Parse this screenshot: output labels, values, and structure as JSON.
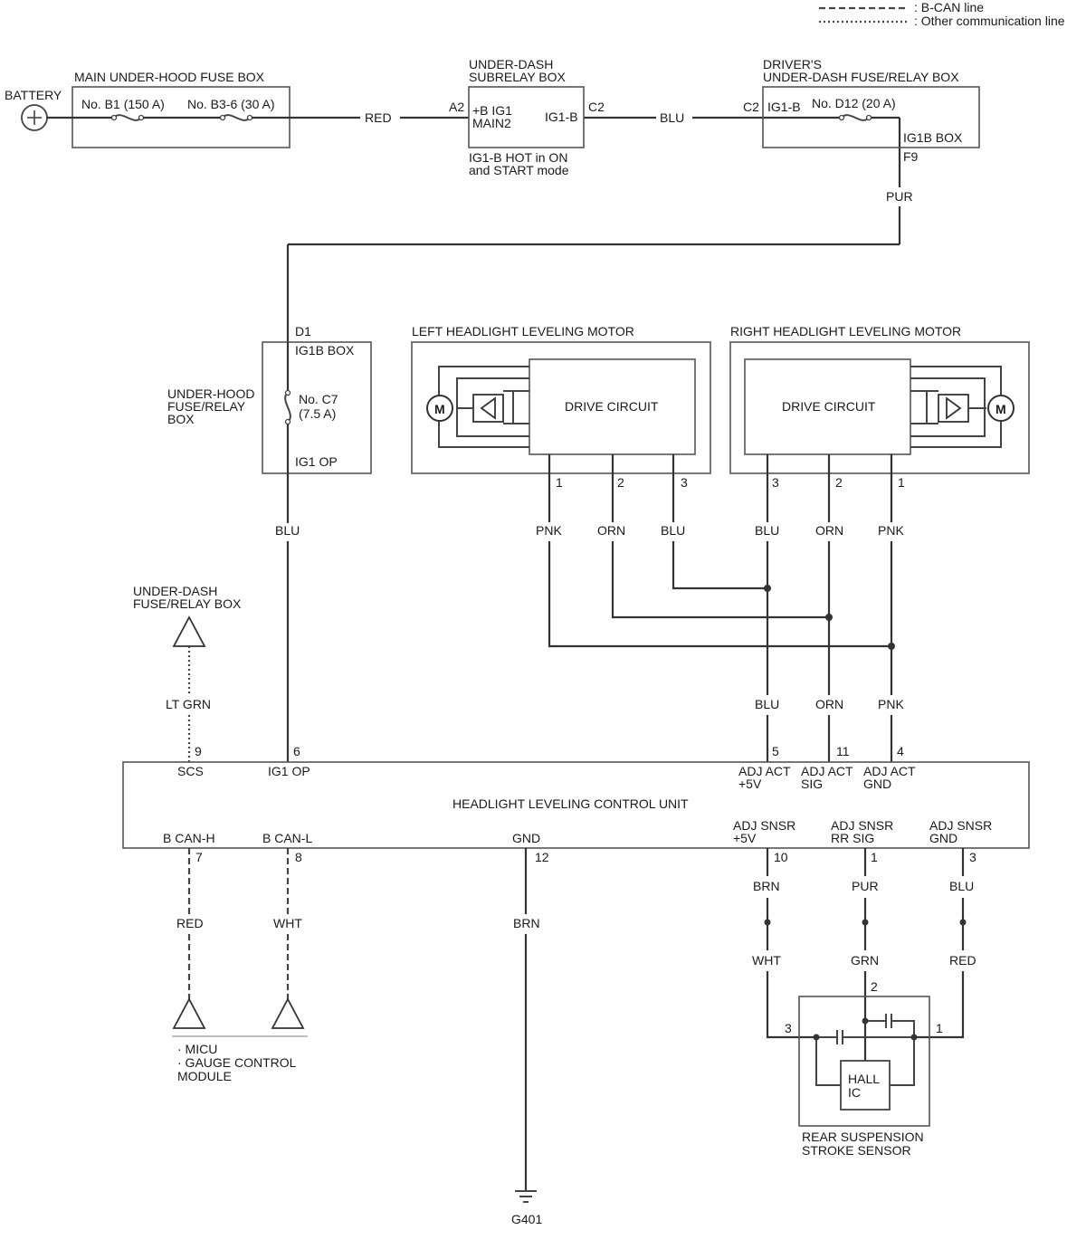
{
  "legend": {
    "bcan": ": B-CAN line",
    "other": ": Other communication line"
  },
  "battery": {
    "label": "BATTERY"
  },
  "main_fuse_box": {
    "title": "MAIN UNDER-HOOD FUSE BOX",
    "fuse1": "No. B1 (150 A)",
    "fuse2": "No. B3-6 (30 A)"
  },
  "wires": {
    "red_top": "RED",
    "blu_top": "BLU",
    "pur_f9": "PUR",
    "blu_ig1": "BLU",
    "lt_grn": "LT GRN",
    "left_pnk": "PNK",
    "left_orn": "ORN",
    "left_blu": "BLU",
    "right_blu": "BLU",
    "right_orn": "ORN",
    "right_pnk": "PNK",
    "unit_blu": "BLU",
    "unit_orn": "ORN",
    "unit_pnk": "PNK",
    "can_red": "RED",
    "can_wht": "WHT",
    "gnd_brn": "BRN",
    "sn_brn": "BRN",
    "sn_pur": "PUR",
    "sn_blu": "BLU",
    "sn_wht": "WHT",
    "sn_grn": "GRN",
    "sn_red": "RED"
  },
  "subrelay": {
    "title1": "UNDER-DASH",
    "title2": "SUBRELAY BOX",
    "pin_a2": "A2",
    "pin_c2": "C2",
    "inner1": "+B IG1",
    "inner2": "MAIN2",
    "ig1b": "IG1-B",
    "note1": "IG1-B HOT in ON",
    "note2": "and START mode"
  },
  "driver_box": {
    "title1": "DRIVER'S",
    "title2": "UNDER-DASH FUSE/RELAY BOX",
    "pin_c2": "C2",
    "ig1b": "IG1-B",
    "fuse": "No. D12 (20 A)",
    "ig1b_box": "IG1B BOX",
    "pin_f9": "F9"
  },
  "hood_box": {
    "title1": "UNDER-HOOD",
    "title2": "FUSE/RELAY",
    "title3": "BOX",
    "pin_d1": "D1",
    "ig1b_box": "IG1B BOX",
    "fuse1": "No. C7",
    "fuse2": "(7.5 A)",
    "ig1_op": "IG1 OP"
  },
  "left_motor": {
    "title": "LEFT HEADLIGHT LEVELING MOTOR",
    "drive": "DRIVE CIRCUIT",
    "m": "M",
    "pin1": "1",
    "pin2": "2",
    "pin3": "3"
  },
  "right_motor": {
    "title": "RIGHT HEADLIGHT LEVELING MOTOR",
    "drive": "DRIVE CIRCUIT",
    "m": "M",
    "pin3": "3",
    "pin2": "2",
    "pin1": "1"
  },
  "underdash_box": {
    "line1": "UNDER-DASH",
    "line2": "FUSE/RELAY BOX"
  },
  "control_unit": {
    "title": "HEADLIGHT LEVELING CONTROL UNIT",
    "pin9": "9",
    "scs": "SCS",
    "pin6": "6",
    "ig1op": "IG1 OP",
    "pin5": "5",
    "adj_act_5v_1": "ADJ ACT",
    "adj_act_5v_2": "+5V",
    "pin11": "11",
    "adj_act_sig_1": "ADJ ACT",
    "adj_act_sig_2": "SIG",
    "pin4": "4",
    "adj_act_gnd_1": "ADJ ACT",
    "adj_act_gnd_2": "GND",
    "bcanh": "B CAN-H",
    "bcanl": "B CAN-L",
    "gnd": "GND",
    "snsr5v_1": "ADJ SNSR",
    "snsr5v_2": "+5V",
    "snsrrr_1": "ADJ SNSR",
    "snsrrr_2": "RR SIG",
    "snsrgnd_1": "ADJ SNSR",
    "snsrgnd_2": "GND",
    "pin7": "7",
    "pin8": "8",
    "pin12": "12",
    "pin10": "10",
    "pin1": "1",
    "pin3": "3"
  },
  "micu": {
    "line1": "· MICU",
    "line2": "· GAUGE CONTROL",
    "line3": "MODULE"
  },
  "ground": {
    "label": "G401"
  },
  "sensor": {
    "title1": "REAR SUSPENSION",
    "title2": "STROKE SENSOR",
    "hall1": "HALL",
    "hall2": "IC",
    "pin2": "2",
    "pin3": "3",
    "pin1": "1"
  }
}
